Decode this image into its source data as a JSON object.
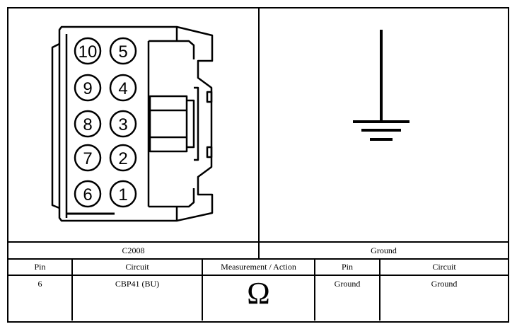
{
  "connector": {
    "id": "C2008",
    "pins_left_column": [
      "10",
      "9",
      "8",
      "7",
      "6"
    ],
    "pins_right_column": [
      "5",
      "4",
      "3",
      "2",
      "1"
    ]
  },
  "ground": {
    "label": "Ground",
    "icon": "ground-symbol-icon"
  },
  "table": {
    "headers": {
      "pin": "Pin",
      "circuit": "Circuit",
      "measurement": "Measurement / Action",
      "pin2": "Pin",
      "circuit2": "Circuit"
    },
    "row": {
      "pin": "6",
      "circuit": "CBP41 (BU)",
      "measurement_symbol": "Ω",
      "pin2": "Ground",
      "circuit2": "Ground"
    }
  }
}
